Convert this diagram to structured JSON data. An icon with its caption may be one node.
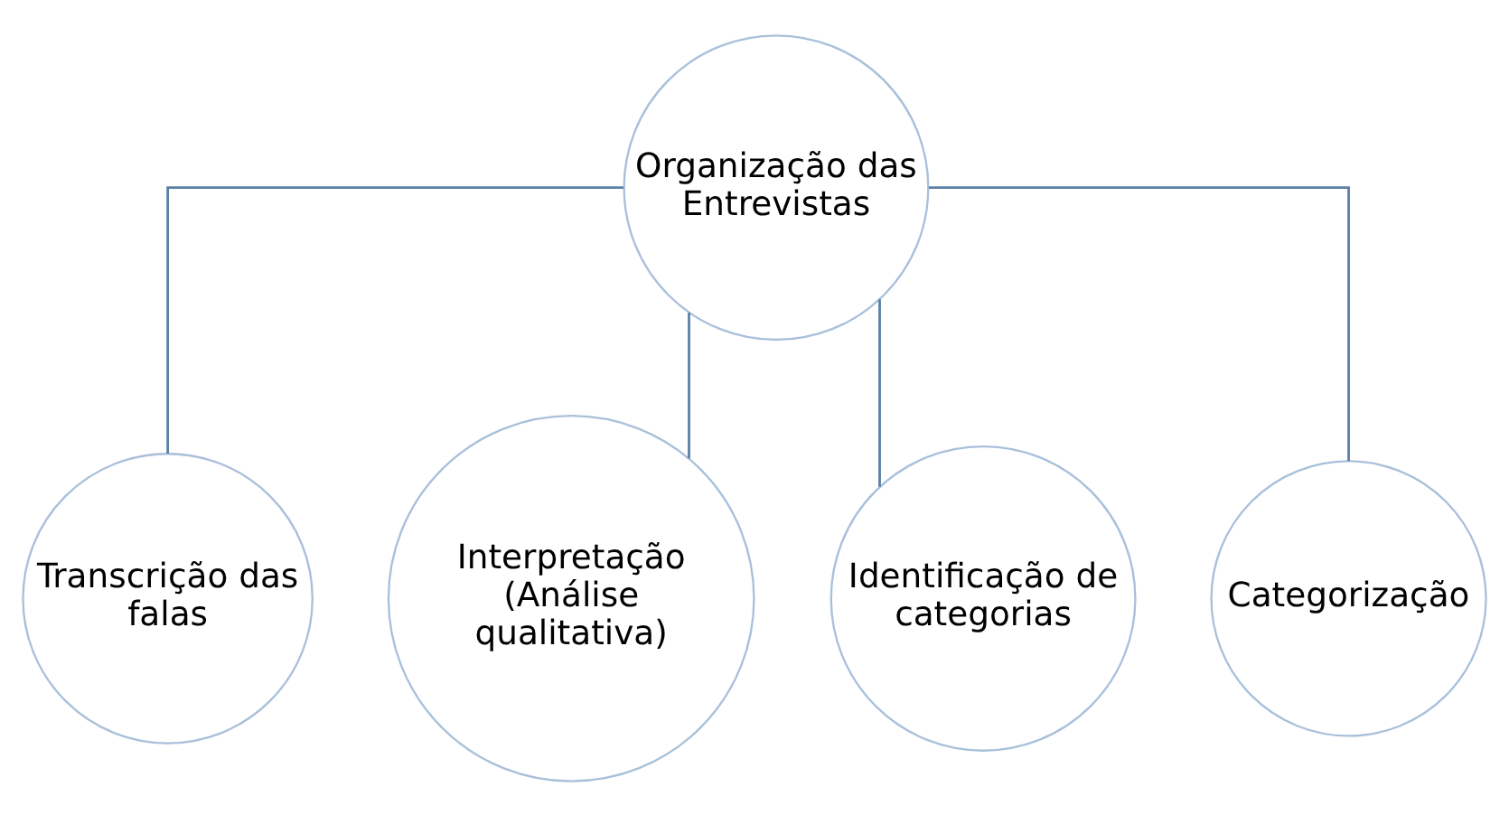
{
  "diagram": {
    "nodes": [
      {
        "text": [
          "Organização das Entrevistas"
        ]
      },
      {
        "text": [
          "Transcrição das falas"
        ]
      },
      {
        "text": [
          "Interpretação (Análise qualitativa)"
        ]
      },
      {
        "text": [
          "Identificação de categorias"
        ]
      },
      {
        "text": [
          "Categorização"
        ]
      }
    ],
    "edges": [
      {
        "from": 0,
        "to": 1,
        "arrow": "none"
      },
      {
        "from": 0,
        "to": 2,
        "arrow": "none"
      },
      {
        "from": 0,
        "to": 3,
        "arrow": "none"
      },
      {
        "from": 0,
        "to": 4,
        "arrow": "none"
      }
    ]
  }
}
